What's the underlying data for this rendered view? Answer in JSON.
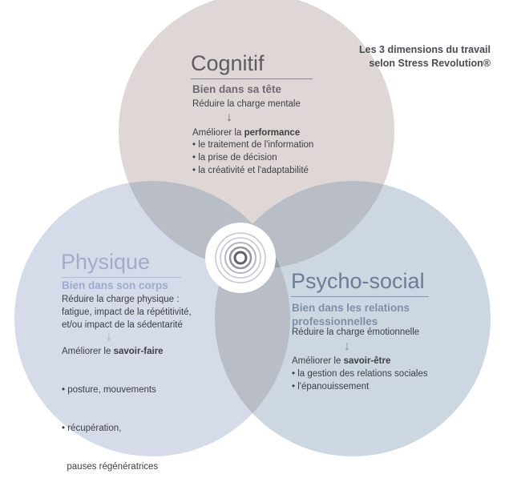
{
  "title": {
    "line1": "Les 3 dimensions du travail",
    "line2": "selon Stress Revolution®"
  },
  "colors": {
    "cognitif_fill": "#ded7d5",
    "physique_fill": "#d5dbe9",
    "psycho_fill": "#cdd7e2",
    "overlap": "#b8bdc6",
    "center": "#9aa0ab",
    "cognitif_accent": "#7f7c86",
    "physique_accent": "#a3aed0",
    "psycho_accent": "#6a7c96"
  },
  "cognitif": {
    "name": "Cognitif",
    "subtitle": "Bien dans sa tête",
    "reduce": "Réduire la charge mentale",
    "arrow": "↓",
    "improve_prefix": "Améliorer la ",
    "improve_bold": "performance",
    "bullets": [
      "• le traitement de l'information",
      "• la prise de décision",
      "• la créativité et l'adaptabilité"
    ]
  },
  "physique": {
    "name": "Physique",
    "subtitle": "Bien dans son corps",
    "reduce_lines": [
      "Réduire la charge physique :",
      "fatigue, impact de la répétitivité,",
      "et/ou impact de la sédentarité"
    ],
    "arrow": "↓",
    "improve_prefix": "Améliorer le ",
    "improve_bold": "savoir-faire",
    "bullets": [
      "• posture, mouvements",
      "• récupération,",
      "  pauses régénératrices"
    ]
  },
  "psycho": {
    "name": "Psycho-social",
    "subtitle_lines": [
      "Bien dans les relations",
      "professionnelles"
    ],
    "reduce": "Réduire la charge émotionnelle",
    "arrow": "↓",
    "improve_prefix": "Améliorer le ",
    "improve_bold": "savoir-être",
    "bullets": [
      "• la gestion des relations sociales",
      "• l'épanouissement"
    ]
  }
}
